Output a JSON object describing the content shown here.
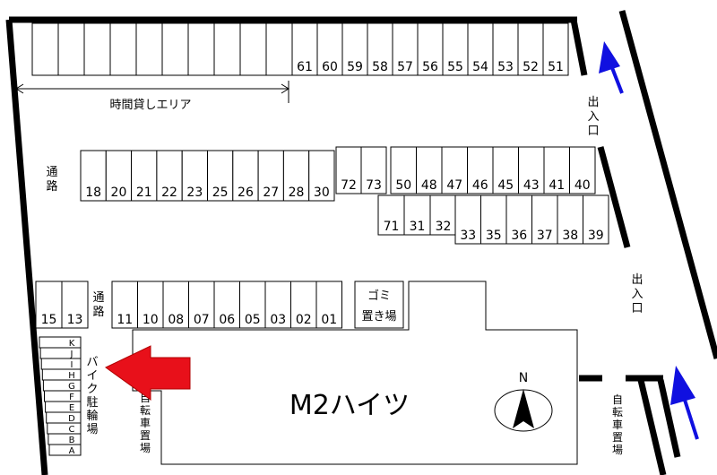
{
  "building": {
    "name": "M2ハイツ"
  },
  "labels": {
    "hourly_area": "時間貸しエリア",
    "passage_left": "通路",
    "passage_mid": "通路",
    "exit_top": "出入口",
    "exit_right": "出入口",
    "garbage": [
      "ゴミ",
      "置き場"
    ],
    "bike_parking": "バイク駐輪場",
    "bicycle_left": "自転車置場",
    "bicycle_right": "自転車置場",
    "north": "N"
  },
  "spaces": {
    "top_row": [
      "61",
      "60",
      "59",
      "58",
      "57",
      "56",
      "55",
      "54",
      "53",
      "52",
      "51"
    ],
    "row_a_left": [
      "18",
      "20",
      "21",
      "22",
      "23",
      "25",
      "26",
      "27",
      "28",
      "30"
    ],
    "row_a_mid": [
      "72",
      "73"
    ],
    "row_a_right": [
      "50",
      "48",
      "47",
      "46",
      "45",
      "43",
      "41",
      "40"
    ],
    "row_b_left": [
      "71",
      "31",
      "32"
    ],
    "row_b_right": [
      "33",
      "35",
      "36",
      "37",
      "38",
      "39"
    ],
    "row_c_left": [
      "15",
      "13"
    ],
    "row_c_right": [
      "11",
      "10",
      "08",
      "07",
      "06",
      "05",
      "03",
      "02",
      "01"
    ],
    "bike_slots": [
      "K",
      "J",
      "I",
      "H",
      "G",
      "F",
      "E",
      "D",
      "C",
      "B",
      "A"
    ]
  },
  "colors": {
    "arrow_red": "#e8101a",
    "arrow_blue": "#1010e0"
  }
}
